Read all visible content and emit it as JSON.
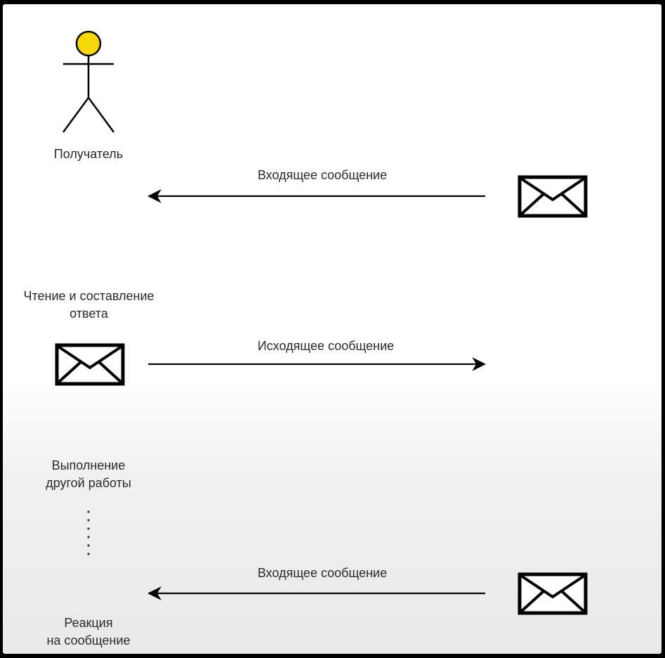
{
  "diagram": {
    "actor": {
      "label": "Получатель",
      "head_color": "#f6d809"
    },
    "messages": [
      {
        "id": "incoming-1",
        "label": "Входящее сообщение",
        "direction": "left"
      },
      {
        "id": "outgoing",
        "label": "Исходящее сообщение",
        "direction": "right"
      },
      {
        "id": "incoming-2",
        "label": "Входящее сообщение",
        "direction": "left"
      }
    ],
    "steps": {
      "read_and_reply": [
        "Чтение и составление",
        "ответа"
      ],
      "other_work": [
        "Выполнение",
        "другой работы"
      ],
      "reaction": [
        "Реакция",
        "на сообщение"
      ]
    },
    "colors": {
      "stroke": "#000000",
      "text": "#2a2a2a",
      "background": "#ffffff"
    }
  }
}
